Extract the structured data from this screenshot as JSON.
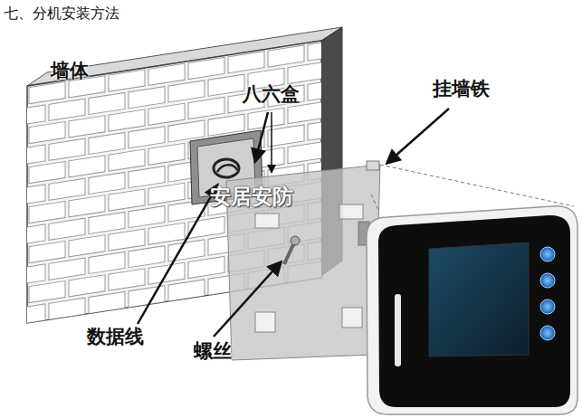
{
  "diagram": {
    "title": "七、分机安装方法",
    "labels": [
      "墙体",
      "八六盒",
      "挂墙铁",
      "安居安防",
      "数据线",
      "螺丝"
    ]
  }
}
